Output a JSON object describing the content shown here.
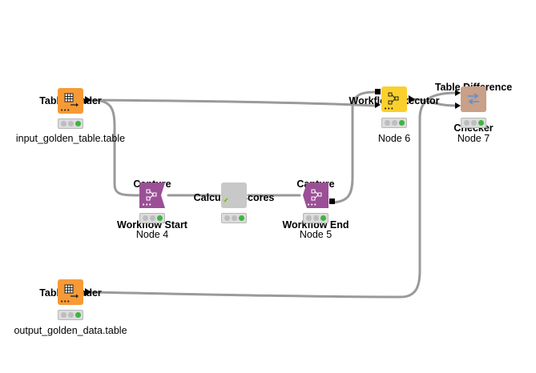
{
  "colors": {
    "connection": "#9a9a9a",
    "source": "#f79a35",
    "capture": "#9b4f96",
    "metanode": "#c8c8c8",
    "executor": "#fbd02c",
    "checker": "#c9a088",
    "status_ok": "#3db53d",
    "port_black": "#000000"
  },
  "nodes": {
    "reader1": {
      "title": [
        "Table Reader"
      ],
      "label": "input_golden_table.table",
      "icon": "table-reader-icon"
    },
    "capture_start": {
      "title": [
        "Capture",
        "Workflow Start"
      ],
      "label": "Node 4",
      "icon": "capture-start-icon"
    },
    "scores": {
      "title": [
        "Calculate Scores"
      ],
      "label": "",
      "icon": "metanode-icon"
    },
    "capture_end": {
      "title": [
        "Capture",
        "Workflow End"
      ],
      "label": "Node 5",
      "icon": "capture-end-icon"
    },
    "executor": {
      "title": [
        "Workflow Executor"
      ],
      "label": "Node 6",
      "icon": "workflow-executor-icon"
    },
    "checker": {
      "title": [
        "Table Difference",
        "Checker"
      ],
      "label": "Node 7",
      "icon": "table-difference-icon"
    },
    "reader2": {
      "title": [
        "Table Reader"
      ],
      "label": "output_golden_data.table",
      "icon": "table-reader-icon"
    }
  }
}
